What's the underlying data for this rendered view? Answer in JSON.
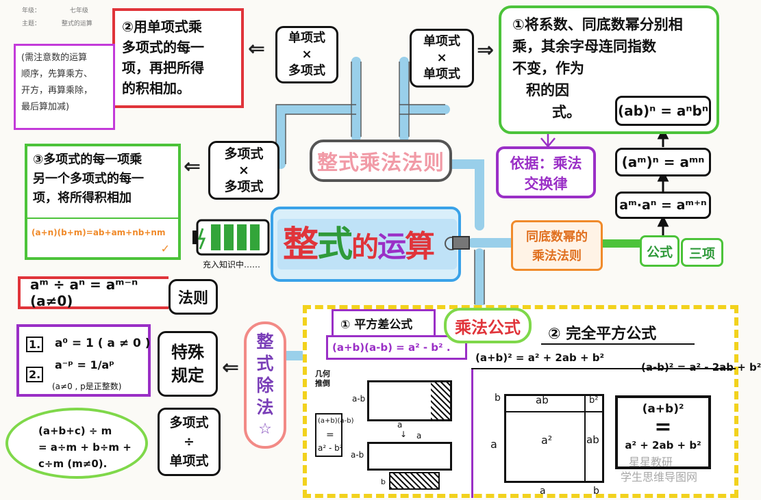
{
  "header": {
    "grade_label": "年级：",
    "grade_value": "七年级",
    "topic_label": "主题：",
    "topic_value": "整式的运算"
  },
  "center": {
    "title": [
      "整",
      "式",
      "的",
      "运",
      "算"
    ],
    "battery_caption": "充入知识中……"
  },
  "multiply": {
    "title": "整式乘法法则",
    "mono_mono": [
      "单项式",
      "×",
      "单项式"
    ],
    "mono_mono_rule": [
      "①将系数、同底数幂分别相",
      "乘，其余字母连同指数",
      "不变，作为",
      "积的因",
      "式。"
    ],
    "basis": [
      "依据：乘法",
      "交换律"
    ],
    "mono_poly": [
      "单项式",
      "×",
      "多项式"
    ],
    "mono_poly_rule": [
      "②用单项式乘",
      "多项式的每一",
      "项，再把所得",
      "的积相加。"
    ],
    "note": [
      "(需注意数的运算",
      "顺序，先算乘方、",
      "开方，再算乘除，",
      "最后算加减)"
    ],
    "poly_poly": [
      "多项式",
      "×",
      "多项式"
    ],
    "poly_poly_rule": [
      "③多项式的每一项乘",
      "另一个多项式的每一",
      "项，将所得积相加"
    ],
    "poly_poly_formula": "(a+n)(b+m)=ab+am+nb+nm",
    "check_mark": "✓"
  },
  "power": {
    "rule_title": [
      "同底数幂的",
      "乘法法则"
    ],
    "formula_label": "公式",
    "three_items": "三项",
    "formula1": "aᵐ·aⁿ = aᵐ⁺ⁿ",
    "formula2": "(aᵐ)ⁿ = aᵐⁿ",
    "formula3": "(ab)ⁿ = aⁿbⁿ"
  },
  "division": {
    "title": [
      "整",
      "式",
      "除",
      "法",
      "☆"
    ],
    "law_label": "法则",
    "law_formula": "aᵐ ÷ aⁿ = aᵐ⁻ⁿ (a≠0)",
    "special_label": [
      "特殊",
      "规定"
    ],
    "special1_num": "1.",
    "special1": "a⁰ = 1 ( a ≠ 0 )",
    "special2_num": "2.",
    "special2": "a⁻ᵖ = 1/aᵖ",
    "special2_cond": "(a≠0 , p是正整数)",
    "poly_mono": [
      "多项式",
      "÷",
      "单项式"
    ],
    "poly_mono_formula": [
      "(a+b+c) ÷ m",
      "= a÷m + b÷m +",
      "c÷m  (m≠0)."
    ]
  },
  "formulas": {
    "title": "乘法公式",
    "diff_squares_title": "① 平方差公式",
    "diff_squares": "(a+b)(a-b) = a² - b² .",
    "perfect_square_title": "② 完全平方公式",
    "perfect_square1": "(a+b)² = a² + 2ab + b²",
    "perfect_square2": "(a-b)² = a² - 2ab + b²",
    "geo_label": [
      "几何",
      "推倒"
    ],
    "geo_a_minus_b": "a-b",
    "geo_product": "(a+b)(a-b)",
    "geo_equals": "=",
    "geo_result": "a² - b²",
    "geo_a": "a",
    "geo_a_b": "a-b",
    "geo_b": "b",
    "sq_b_top": "b",
    "sq_ab_top": "ab",
    "sq_b2": "b²",
    "sq_a_left": "a",
    "sq_a2": "a²",
    "sq_ab_right": "ab",
    "sq_a_bottom": "a",
    "sq_b_bottom": "b",
    "result_top": "(a+b)²",
    "result_eq": "=",
    "result_bottom": "a² + 2ab + b²"
  },
  "watermark": {
    "line1": "星星教研",
    "line2": "学生思维导图网"
  },
  "colors": {
    "green": "#4cc33a",
    "red": "#e0343a",
    "purple": "#9a2fc6",
    "orange": "#f08a2a",
    "yellow": "#f2d21d",
    "blue": "#3aa2e8",
    "sky": "#bfe2f7"
  }
}
